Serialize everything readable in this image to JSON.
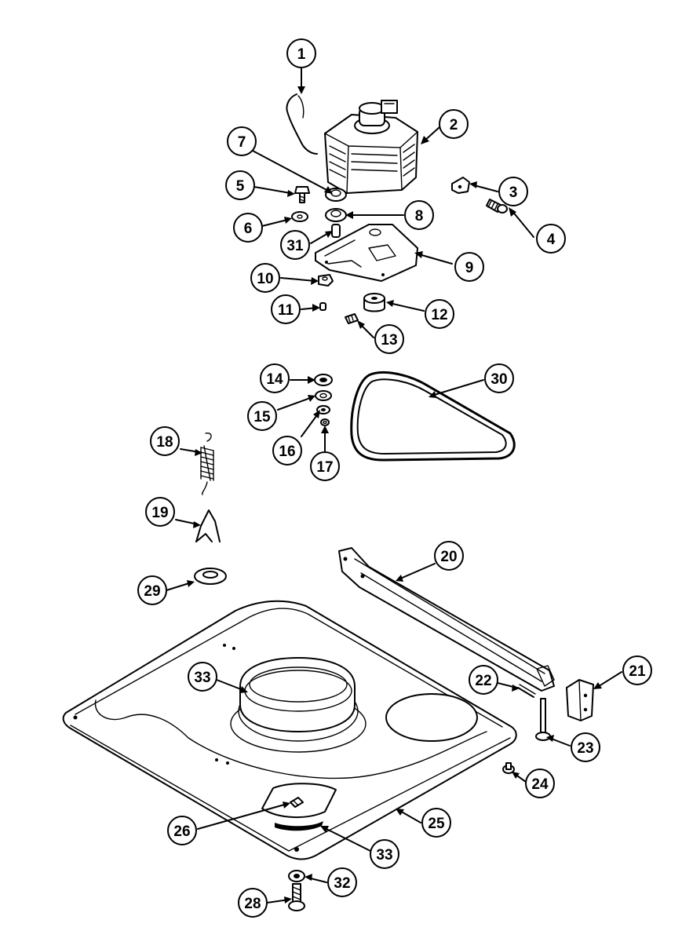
{
  "diagram": {
    "callouts": [
      {
        "id": "c1",
        "label": "1"
      },
      {
        "id": "c2",
        "label": "2"
      },
      {
        "id": "c3",
        "label": "3"
      },
      {
        "id": "c4",
        "label": "4"
      },
      {
        "id": "c5",
        "label": "5"
      },
      {
        "id": "c6",
        "label": "6"
      },
      {
        "id": "c7",
        "label": "7"
      },
      {
        "id": "c8",
        "label": "8"
      },
      {
        "id": "c9",
        "label": "9"
      },
      {
        "id": "c10",
        "label": "10"
      },
      {
        "id": "c11",
        "label": "11"
      },
      {
        "id": "c12",
        "label": "12"
      },
      {
        "id": "c13",
        "label": "13"
      },
      {
        "id": "c14",
        "label": "14"
      },
      {
        "id": "c15",
        "label": "15"
      },
      {
        "id": "c16",
        "label": "16"
      },
      {
        "id": "c17",
        "label": "17"
      },
      {
        "id": "c18",
        "label": "18"
      },
      {
        "id": "c19",
        "label": "19"
      },
      {
        "id": "c20",
        "label": "20"
      },
      {
        "id": "c21",
        "label": "21"
      },
      {
        "id": "c22",
        "label": "22"
      },
      {
        "id": "c23",
        "label": "23"
      },
      {
        "id": "c24",
        "label": "24"
      },
      {
        "id": "c25",
        "label": "25"
      },
      {
        "id": "c26",
        "label": "26"
      },
      {
        "id": "c28",
        "label": "28"
      },
      {
        "id": "c29",
        "label": "29"
      },
      {
        "id": "c30",
        "label": "30"
      },
      {
        "id": "c31",
        "label": "31"
      },
      {
        "id": "c32",
        "label": "32"
      },
      {
        "id": "c33a",
        "label": "33"
      },
      {
        "id": "c33b",
        "label": "33"
      }
    ]
  }
}
